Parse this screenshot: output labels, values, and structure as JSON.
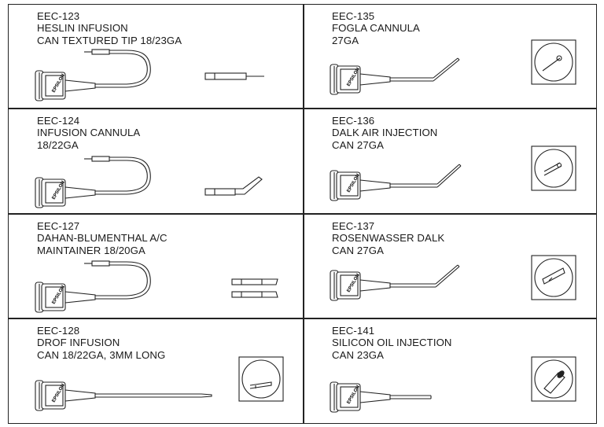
{
  "brand_mark": "EPSILON",
  "cells": [
    {
      "code": "EEC-123",
      "lines": [
        "HESLIN INFUSION",
        "CAN TEXTURED TIP 18/23GA"
      ]
    },
    {
      "code": "EEC-135",
      "lines": [
        "FOGLA CANNULA",
        "27GA"
      ]
    },
    {
      "code": "EEC-124",
      "lines": [
        "INFUSION CANNULA",
        "18/22GA"
      ]
    },
    {
      "code": "EEC-136",
      "lines": [
        "DALK AIR INJECTION",
        "CAN 27GA"
      ]
    },
    {
      "code": "EEC-127",
      "lines": [
        "DAHAN-BLUMENTHAL A/C",
        "MAINTAINER 18/20GA"
      ]
    },
    {
      "code": "EEC-137",
      "lines": [
        "ROSENWASSER DALK",
        "CAN 27GA"
      ]
    },
    {
      "code": "EEC-128",
      "lines": [
        "DROF INFUSION",
        "CAN 18/22GA, 3MM LONG"
      ]
    },
    {
      "code": "EEC-141",
      "lines": [
        "SILICON OIL INJECTION",
        "CAN 23GA"
      ]
    }
  ]
}
